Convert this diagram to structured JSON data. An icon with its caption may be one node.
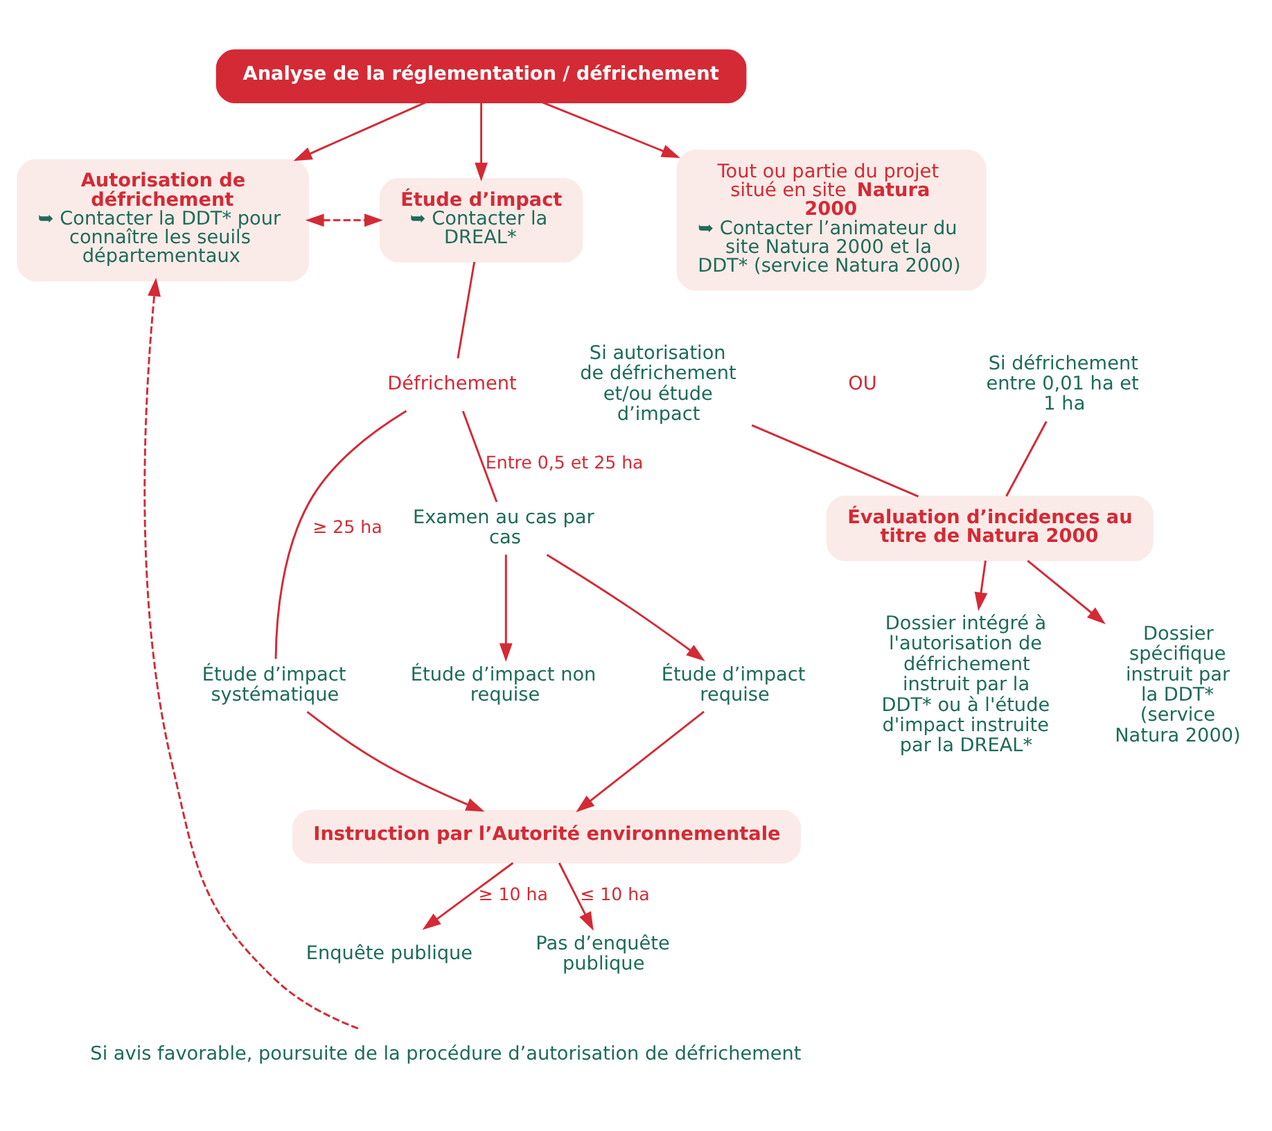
{
  "diagram": {
    "nodes": [
      {
        "text": [
          "Analyse de la réglementation / défrichement"
        ]
      },
      {
        "text": [
          "Autorisation de défrichement",
          "➥ Contacter la DDT* pour connaître les seuils départementaux"
        ]
      },
      {
        "text": [
          "Étude d’impact",
          "➥ Contacter la DREAL*"
        ]
      },
      {
        "text": [
          "Tout ou partie du projet situé en site **Natura 2000**",
          "➥ Contacter l’animateur du site Natura 2000 et la DDT* (service Natura 2000)"
        ]
      },
      {
        "text": [
          "Défrichement"
        ]
      },
      {
        "text": [
          "Examen au cas par cas"
        ]
      },
      {
        "text": [
          "Étude d’impact non requise"
        ]
      },
      {
        "text": [
          "Étude d’impact requise"
        ]
      },
      {
        "text": [
          "Étude d’impact systématique"
        ]
      },
      {
        "text": [
          "Instruction par l’Autorité environnementale"
        ]
      },
      {
        "text": [
          "Pas d’enquête publique"
        ]
      },
      {
        "text": [
          "Enquête publique"
        ]
      },
      {
        "text": [
          "Si autorisation de défrichement et/ou étude d’impact"
        ]
      },
      {
        "text": [
          "Si défrichement entre 0,01 ha et 1 ha"
        ]
      },
      {
        "text": [
          "Évaluation d’incidences au titre de Natura 2000"
        ]
      },
      {
        "text": [
          "Dossier intégré à l'autorisation de défrichement instruit par la DDT* ou à l'étude d'impact instruite par la DREAL*"
        ]
      },
      {
        "text": [
          "Dossier spécifique instruit par la DDT* (service Natura 2000)"
        ]
      },
      {
        "text": [
          "Si avis favorable, poursuite de la procédure d’autorisation de défrichement"
        ]
      }
    ],
    "edges": [
      {
        "from": 0,
        "to": 1,
        "arrow": "to"
      },
      {
        "from": 0,
        "to": 2,
        "arrow": "to"
      },
      {
        "from": 0,
        "to": 3,
        "arrow": "to"
      },
      {
        "from": 1,
        "to": 2,
        "arrow": "both",
        "style": "dashed"
      },
      {
        "from": 2,
        "to": 4,
        "arrow": "none"
      },
      {
        "from": 4,
        "to": 5,
        "arrow": "none",
        "label": "Entre 0,5 et 25 ha"
      },
      {
        "from": 4,
        "to": 8,
        "arrow": "none",
        "label": "≥ 25 ha"
      },
      {
        "from": 5,
        "to": 6,
        "arrow": "to"
      },
      {
        "from": 5,
        "to": 7,
        "arrow": "to"
      },
      {
        "from": 7,
        "to": 9,
        "arrow": "to"
      },
      {
        "from": 8,
        "to": 9,
        "arrow": "to"
      },
      {
        "from": 9,
        "to": 10,
        "arrow": "to",
        "label": "≤ 10 ha"
      },
      {
        "from": 9,
        "to": 11,
        "arrow": "to",
        "label": "≥ 10 ha"
      },
      {
        "from": 12,
        "to": 14,
        "arrow": "none"
      },
      {
        "from": 13,
        "to": 14,
        "arrow": "none"
      },
      {
        "from": 14,
        "to": 15,
        "arrow": "to"
      },
      {
        "from": 14,
        "to": 16,
        "arrow": "to"
      },
      {
        "from": 17,
        "to": 1,
        "arrow": "to",
        "style": "dashed"
      }
    ],
    "labels": [
      "OU"
    ]
  }
}
